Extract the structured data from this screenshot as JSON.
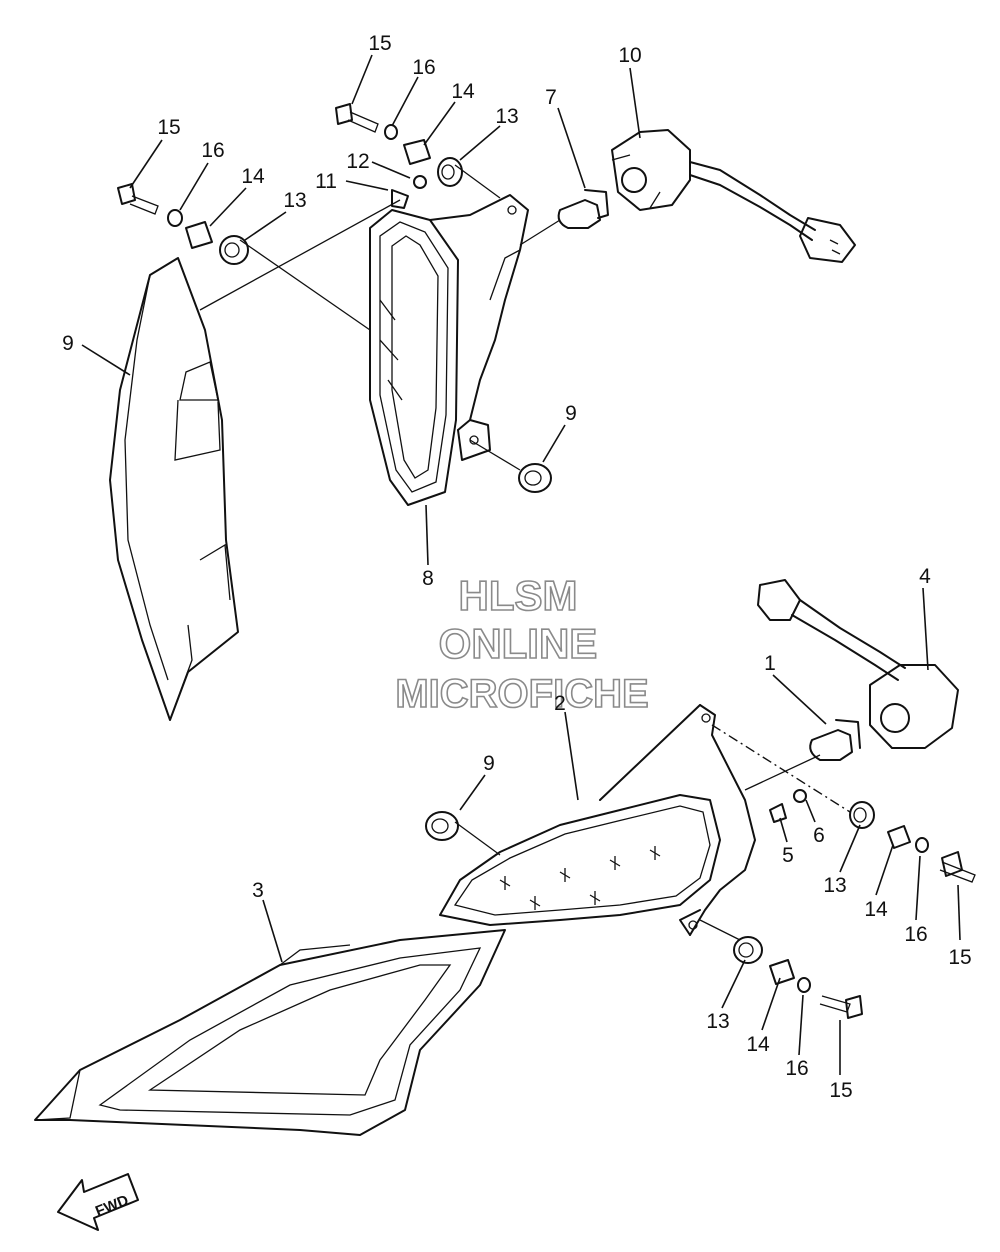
{
  "watermark": {
    "line1": "HLSM",
    "line2": "ONLINE",
    "line3": "MICROFICHE"
  },
  "fwd_label": "FWD",
  "callouts": [
    {
      "id": "c15a",
      "text": "15"
    },
    {
      "id": "c16a",
      "text": "16"
    },
    {
      "id": "c14a",
      "text": "14"
    },
    {
      "id": "c13a",
      "text": "13"
    },
    {
      "id": "c12",
      "text": "12"
    },
    {
      "id": "c11",
      "text": "11"
    },
    {
      "id": "c7",
      "text": "7"
    },
    {
      "id": "c10",
      "text": "10"
    },
    {
      "id": "c15b",
      "text": "15"
    },
    {
      "id": "c16b",
      "text": "16"
    },
    {
      "id": "c14b",
      "text": "14"
    },
    {
      "id": "c13b",
      "text": "13"
    },
    {
      "id": "c9a",
      "text": "9"
    },
    {
      "id": "c9b",
      "text": "9"
    },
    {
      "id": "c8",
      "text": "8"
    },
    {
      "id": "c4",
      "text": "4"
    },
    {
      "id": "c1",
      "text": "1"
    },
    {
      "id": "c2",
      "text": "2"
    },
    {
      "id": "c9c",
      "text": "9"
    },
    {
      "id": "c6",
      "text": "6"
    },
    {
      "id": "c5",
      "text": "5"
    },
    {
      "id": "c13c",
      "text": "13"
    },
    {
      "id": "c14c",
      "text": "14"
    },
    {
      "id": "c16c",
      "text": "16"
    },
    {
      "id": "c15c",
      "text": "15"
    },
    {
      "id": "c3",
      "text": "3"
    },
    {
      "id": "c13d",
      "text": "13"
    },
    {
      "id": "c14d",
      "text": "14"
    },
    {
      "id": "c16d",
      "text": "16"
    },
    {
      "id": "c15d",
      "text": "15"
    }
  ]
}
